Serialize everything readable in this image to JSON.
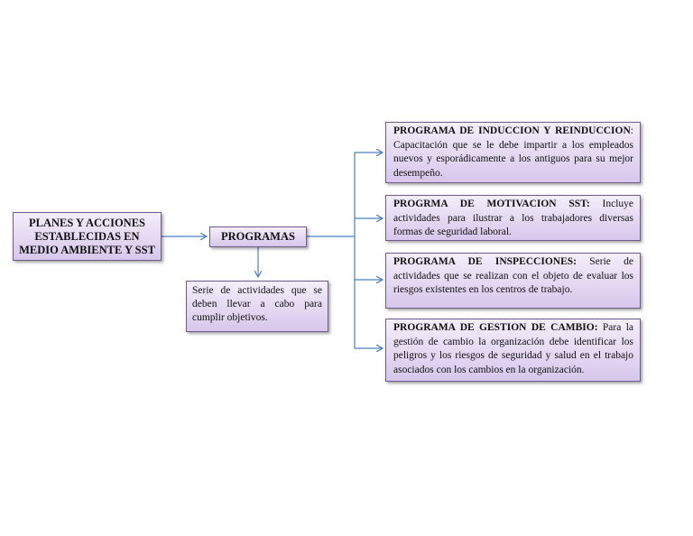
{
  "root": {
    "label": "PLANES Y ACCIONES ESTABLECIDAS EN MEDIO AMBIENTE Y SST"
  },
  "programas": {
    "label": "PROGRAMAS",
    "description": "Serie de actividades que se deben llevar a cabo para cumplir objetivos."
  },
  "programs": [
    {
      "title": "PROGRAMA DE INDUCCION Y REINDUCCION",
      "separator": ":",
      "text": " Capacitación que se le debe impartir a los empleados nuevos y esporádicamente a los antiguos para su mejor desempeño."
    },
    {
      "title": "PROGRMA DE MOTIVACION SST:",
      "separator": "",
      "text": " Incluye actividades para ilustrar a los trabajadores diversas formas de seguridad laboral."
    },
    {
      "title": "PROGRAMA DE INSPECCIONES:",
      "separator": "",
      "text": " Serie de actividades que se realizan con el objeto de evaluar los riesgos existentes en los centros de trabajo."
    },
    {
      "title": "PROGRAMA DE GESTION DE CAMBIO:",
      "separator": "",
      "text": " Para la gestión de cambio la organización debe identificar los peligros y los riesgos de seguridad y salud en el trabajo asociados con los cambios en la organización."
    }
  ],
  "colors": {
    "box_border": "#6f5a8c",
    "box_fill_top": "#f4eefb",
    "box_fill_bottom": "#d7c7ec",
    "connector": "#4a7fbf"
  }
}
